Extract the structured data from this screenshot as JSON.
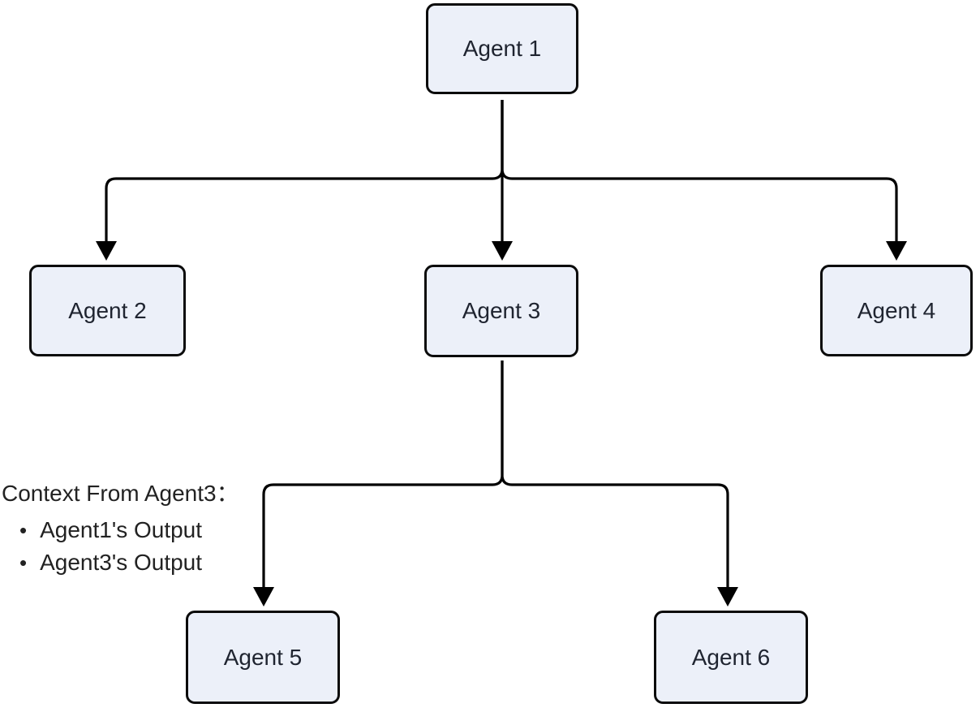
{
  "diagram": {
    "type": "flowchart-top-down",
    "background_color": "#ffffff",
    "node_fill_color": "#ecf0f9",
    "node_border_color": "#0b0b0b",
    "edge_color": "#010101",
    "nodes": [
      {
        "id": "agent1",
        "label": "Agent 1"
      },
      {
        "id": "agent2",
        "label": "Agent 2"
      },
      {
        "id": "agent3",
        "label": "Agent 3"
      },
      {
        "id": "agent4",
        "label": "Agent 4"
      },
      {
        "id": "agent5",
        "label": "Agent 5"
      },
      {
        "id": "agent6",
        "label": "Agent 6"
      }
    ],
    "edges": [
      {
        "from": "agent1",
        "to": "agent2"
      },
      {
        "from": "agent1",
        "to": "agent3"
      },
      {
        "from": "agent1",
        "to": "agent4"
      },
      {
        "from": "agent3",
        "to": "agent5"
      },
      {
        "from": "agent3",
        "to": "agent6"
      }
    ],
    "annotation": {
      "title": "Context From Agent3：",
      "bullet_glyph": "•",
      "items": [
        "Agent1's Output",
        "Agent3's Output"
      ]
    }
  }
}
